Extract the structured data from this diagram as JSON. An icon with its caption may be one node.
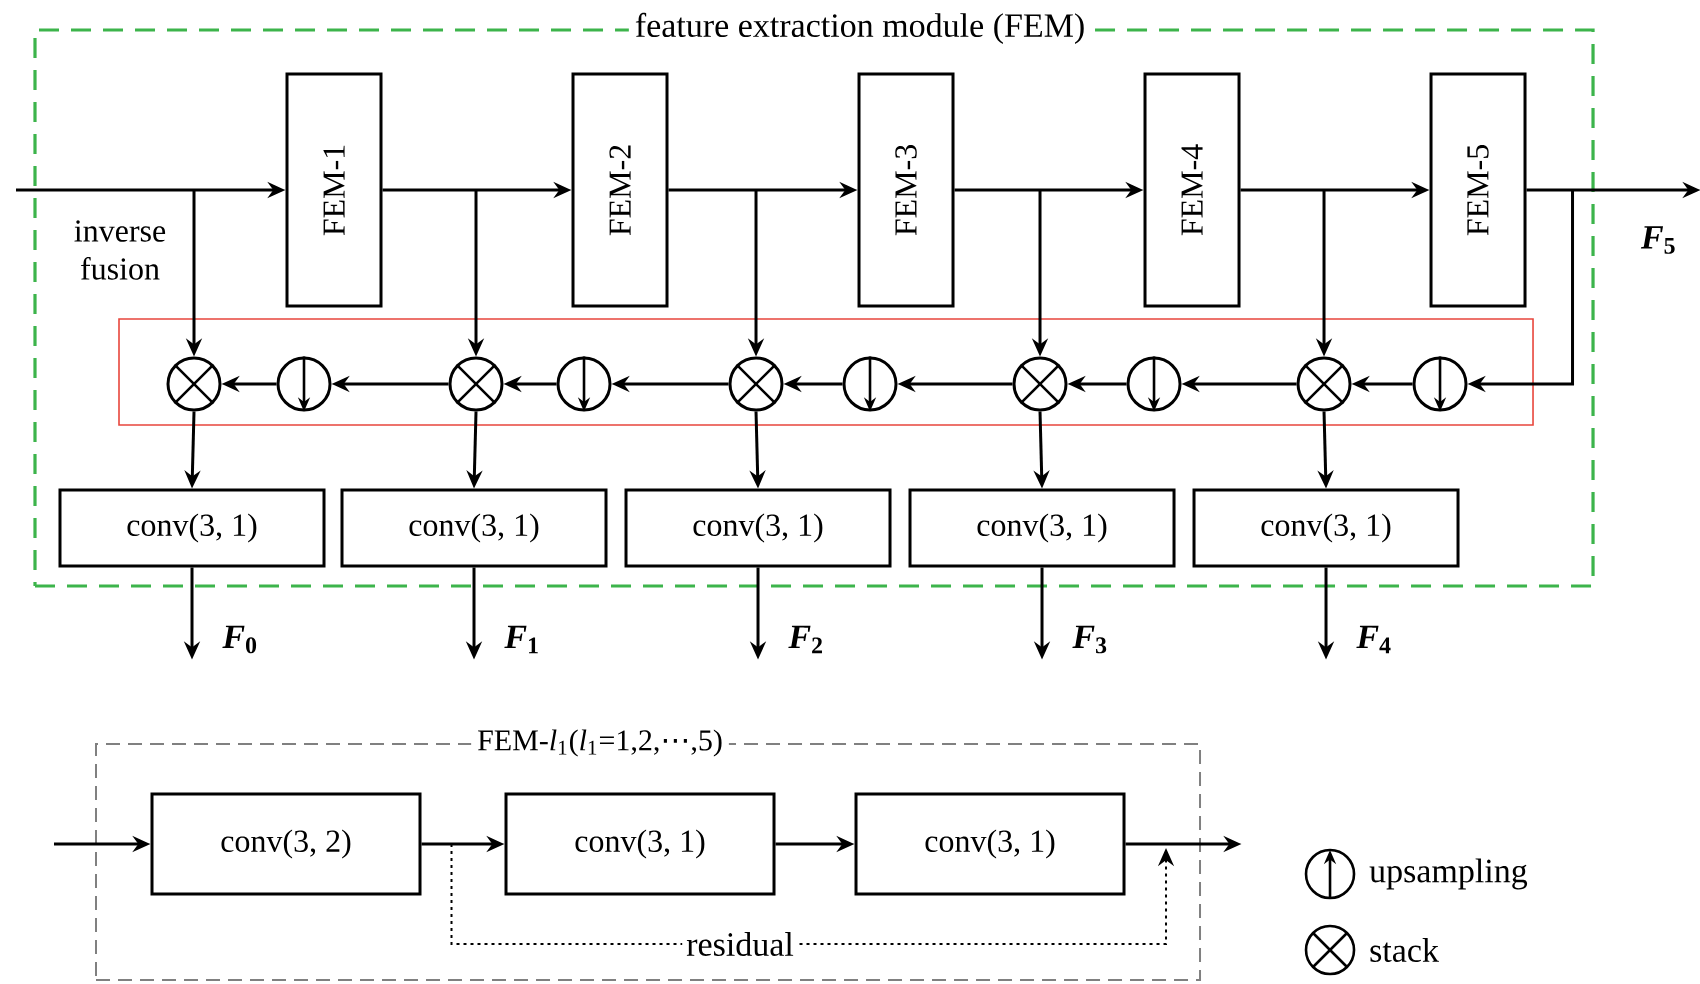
{
  "diagram": {
    "nodes": [
      {
        "text": [
          "feature extraction module (FEM)"
        ]
      },
      {
        "text": [],
        "shape": "box",
        "in": 0
      },
      {
        "text": [
          "FEM-1"
        ],
        "in": 0
      },
      {
        "text": [
          "FEM-2"
        ],
        "in": 0
      },
      {
        "text": [
          "FEM-3"
        ],
        "in": 0
      },
      {
        "text": [
          "FEM-4"
        ],
        "in": 0
      },
      {
        "text": [
          "FEM-5"
        ],
        "in": 0
      },
      {
        "text": [],
        "shape": "circle",
        "in": 1
      },
      {
        "text": [],
        "shape": "circle",
        "in": 1
      },
      {
        "text": [],
        "shape": "circle",
        "in": 1
      },
      {
        "text": [],
        "shape": "circle",
        "in": 1
      },
      {
        "text": [],
        "shape": "circle",
        "in": 1
      },
      {
        "text": [],
        "shape": "circle",
        "in": 1
      },
      {
        "text": [],
        "shape": "circle",
        "in": 1
      },
      {
        "text": [],
        "shape": "circle",
        "in": 1
      },
      {
        "text": [],
        "shape": "circle",
        "in": 1
      },
      {
        "text": [],
        "shape": "circle",
        "in": 1
      },
      {
        "text": [
          "conv(3, 1)"
        ],
        "in": 0
      },
      {
        "text": [
          "conv(3, 1)"
        ],
        "in": 0
      },
      {
        "text": [
          "conv(3, 1)"
        ],
        "in": 0
      },
      {
        "text": [
          "conv(3, 1)"
        ],
        "in": 0
      },
      {
        "text": [
          "conv(3, 1)"
        ],
        "in": 0
      },
      {
        "text": [
          "FEM-*l*$_{1}$(*l*$_{1}$=1,2,⋯,5)"
        ]
      },
      {
        "text": [
          "conv(3, 2)"
        ],
        "in": 22
      },
      {
        "text": [
          "conv(3, 1)"
        ],
        "in": 22
      },
      {
        "text": [
          "conv(3, 1)"
        ],
        "in": 22
      }
    ],
    "edges": [
      {
        "from": null,
        "to": 2,
        "arrow": "to"
      },
      {
        "from": null,
        "to": 7,
        "arrow": "to"
      },
      {
        "from": 2,
        "to": 3,
        "arrow": "to"
      },
      {
        "from": 3,
        "to": 4,
        "arrow": "to"
      },
      {
        "from": 4,
        "to": 5,
        "arrow": "to"
      },
      {
        "from": 5,
        "to": 6,
        "arrow": "to"
      },
      {
        "from": 2,
        "to": 9,
        "arrow": "to"
      },
      {
        "from": 3,
        "to": 11,
        "arrow": "to"
      },
      {
        "from": 4,
        "to": 13,
        "arrow": "to"
      },
      {
        "from": 5,
        "to": 15,
        "arrow": "to"
      },
      {
        "from": 6,
        "to": null,
        "arrow": "to",
        "label": "*F*$_{5}$"
      },
      {
        "from": 6,
        "to": 16,
        "arrow": "to"
      },
      {
        "from": 16,
        "to": 15,
        "arrow": "to"
      },
      {
        "from": 15,
        "to": 14,
        "arrow": "to"
      },
      {
        "from": 14,
        "to": 13,
        "arrow": "to"
      },
      {
        "from": 13,
        "to": 12,
        "arrow": "to"
      },
      {
        "from": 12,
        "to": 11,
        "arrow": "to"
      },
      {
        "from": 11,
        "to": 10,
        "arrow": "to"
      },
      {
        "from": 10,
        "to": 9,
        "arrow": "to"
      },
      {
        "from": 9,
        "to": 8,
        "arrow": "to"
      },
      {
        "from": 8,
        "to": 7,
        "arrow": "to"
      },
      {
        "from": 7,
        "to": 17,
        "arrow": "to"
      },
      {
        "from": 9,
        "to": 18,
        "arrow": "to"
      },
      {
        "from": 11,
        "to": 19,
        "arrow": "to"
      },
      {
        "from": 13,
        "to": 20,
        "arrow": "to"
      },
      {
        "from": 15,
        "to": 21,
        "arrow": "to"
      },
      {
        "from": 17,
        "to": null,
        "arrow": "to",
        "label": "*F*$_{0}$"
      },
      {
        "from": 18,
        "to": null,
        "arrow": "to",
        "label": "*F*$_{1}$"
      },
      {
        "from": 19,
        "to": null,
        "arrow": "to",
        "label": "*F*$_{2}$"
      },
      {
        "from": 20,
        "to": null,
        "arrow": "to",
        "label": "*F*$_{3}$"
      },
      {
        "from": 21,
        "to": null,
        "arrow": "to",
        "label": "*F*$_{4}$"
      },
      {
        "from": null,
        "to": 23,
        "arrow": "to"
      },
      {
        "from": 23,
        "to": 24,
        "arrow": "to"
      },
      {
        "from": 24,
        "to": 25,
        "arrow": "to"
      },
      {
        "from": 25,
        "to": null,
        "arrow": "to"
      },
      {
        "from": 23,
        "to": null,
        "arrow": "to",
        "style": "dashed",
        "label": "residual"
      }
    ],
    "labels": [
      "inverse fusion"
    ],
    "legend": [
      {
        "text": "upsampling"
      },
      {
        "text": "stack"
      }
    ]
  }
}
